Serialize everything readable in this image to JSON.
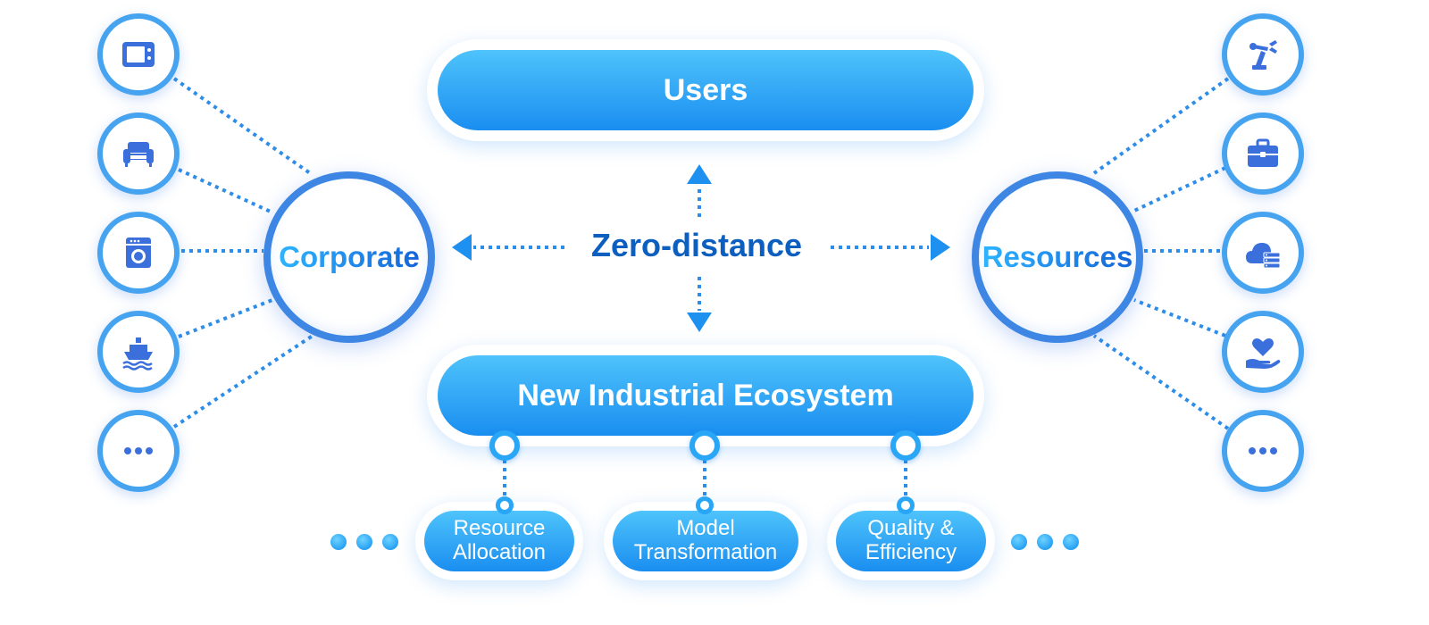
{
  "center_pill_top": {
    "label": "Users"
  },
  "center_pill_bottom": {
    "label": "New Industrial Ecosystem"
  },
  "center_text": "Zero-distance",
  "hubs": {
    "left": {
      "label": "Corporate"
    },
    "right": {
      "label": "Resources"
    }
  },
  "ecosystem_items": [
    {
      "line1": "Resource",
      "line2": "Allocation"
    },
    {
      "line1": "Model",
      "line2": "Transformation"
    },
    {
      "line1": "Quality &",
      "line2": "Efficiency"
    }
  ],
  "left_icons": [
    "tv-icon",
    "sofa-icon",
    "washing-machine-icon",
    "ship-icon",
    "more-icon"
  ],
  "right_icons": [
    "robot-arm-icon",
    "briefcase-icon",
    "cloud-server-icon",
    "heart-hand-icon",
    "more-icon"
  ],
  "colors": {
    "pill_gradient_top": "#4ec3fb",
    "pill_gradient_bottom": "#1a8ef0",
    "accent_blue": "#2aa6f6",
    "dark_blue_text": "#0d5fbf",
    "icon_fill": "#3a6fdc",
    "hub_border": "#3d86e4"
  }
}
